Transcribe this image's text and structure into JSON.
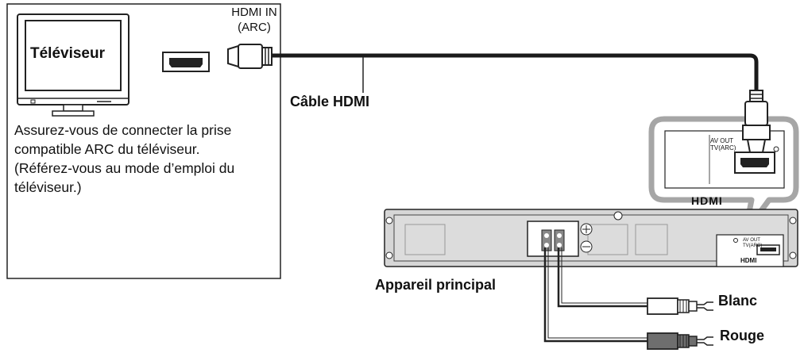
{
  "tv": {
    "name": "Téléviseur",
    "port_label": "HDMI IN\n(ARC)",
    "note": "Assurez-vous de connecter la prise compatible ARC du téléviseur. (Référez-vous au mode d’emploi du téléviseur.)"
  },
  "cable": {
    "label": "Câble HDMI"
  },
  "device": {
    "label": "Appareil principal",
    "port_text": "AV OUT\nTV(ARC)",
    "hdmi_logo": "HDMI"
  },
  "speaker_wires": {
    "white": "Blanc",
    "red": "Rouge"
  },
  "colors": {
    "line": "#1a1a1a",
    "callout": "#a6a6a6",
    "panel": "#d6d6d6",
    "red_plug": "#6e6e6e"
  }
}
